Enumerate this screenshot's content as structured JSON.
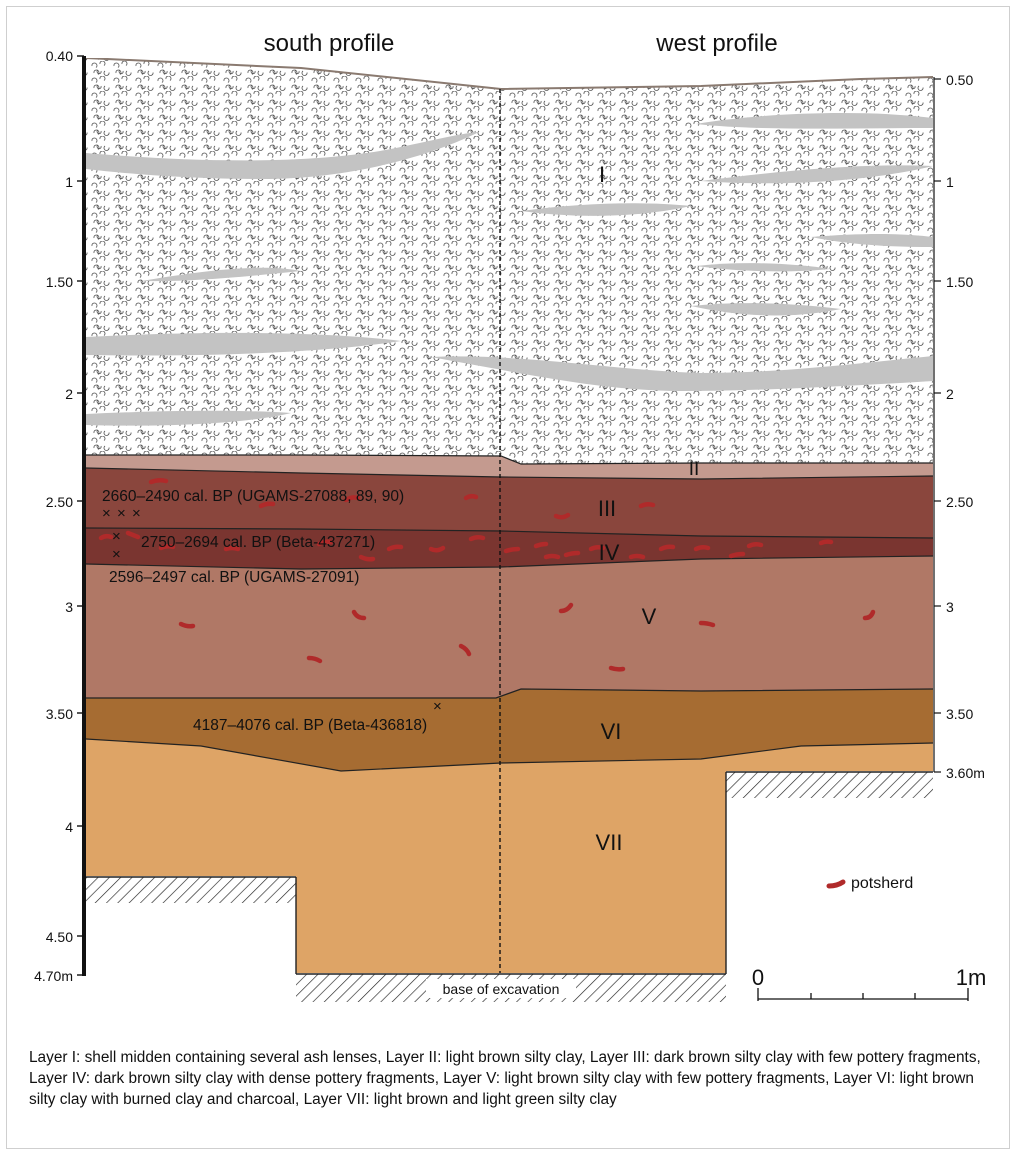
{
  "headers": {
    "left": "south profile",
    "right": "west profile"
  },
  "left_axis": [
    "0.40",
    "1",
    "1.50",
    "2",
    "2.50",
    "3",
    "3.50",
    "4",
    "4.50",
    "4.70m"
  ],
  "right_axis": [
    "0.50",
    "1",
    "1.50",
    "2",
    "2.50",
    "3",
    "3.50",
    "3.60m"
  ],
  "layers": [
    {
      "id": "I",
      "label": "I",
      "color": "#ffffff"
    },
    {
      "id": "II",
      "label": "II",
      "color": "#c49a8f"
    },
    {
      "id": "III",
      "label": "III",
      "color": "#8a463d"
    },
    {
      "id": "IV",
      "label": "IV",
      "color": "#7a3530"
    },
    {
      "id": "V",
      "label": "V",
      "color": "#b07866"
    },
    {
      "id": "VI",
      "label": "VI",
      "color": "#a66c32"
    },
    {
      "id": "VII",
      "label": "VII",
      "color": "#dea466"
    }
  ],
  "dates": {
    "d1": "2660–2490 cal. BP (UGAMS-27088, 89, 90)",
    "d2": "2750–2694 cal. BP (Beta-437271)",
    "d3": "2596–2497 cal. BP (UGAMS-27091)",
    "d4": "4187–4076 cal. BP (Beta-436818)"
  },
  "legend": {
    "potsherd": "potsherd"
  },
  "scale": {
    "start": "0",
    "end": "1m"
  },
  "base_label": "base of excavation",
  "caption": "Layer I: shell midden containing several ash lenses, Layer II: light brown silty clay, Layer III: dark brown silty clay with few pottery fragments, Layer IV: dark brown silty clay with dense pottery fragments, Layer V: light brown silty clay with few pottery fragments, Layer VI: light brown silty clay with burned clay and charcoal, Layer VII: light brown and light green silty clay",
  "colors": {
    "ash": "#c3c3c3",
    "sherd": "#b02a2a",
    "outline": "#222222"
  }
}
